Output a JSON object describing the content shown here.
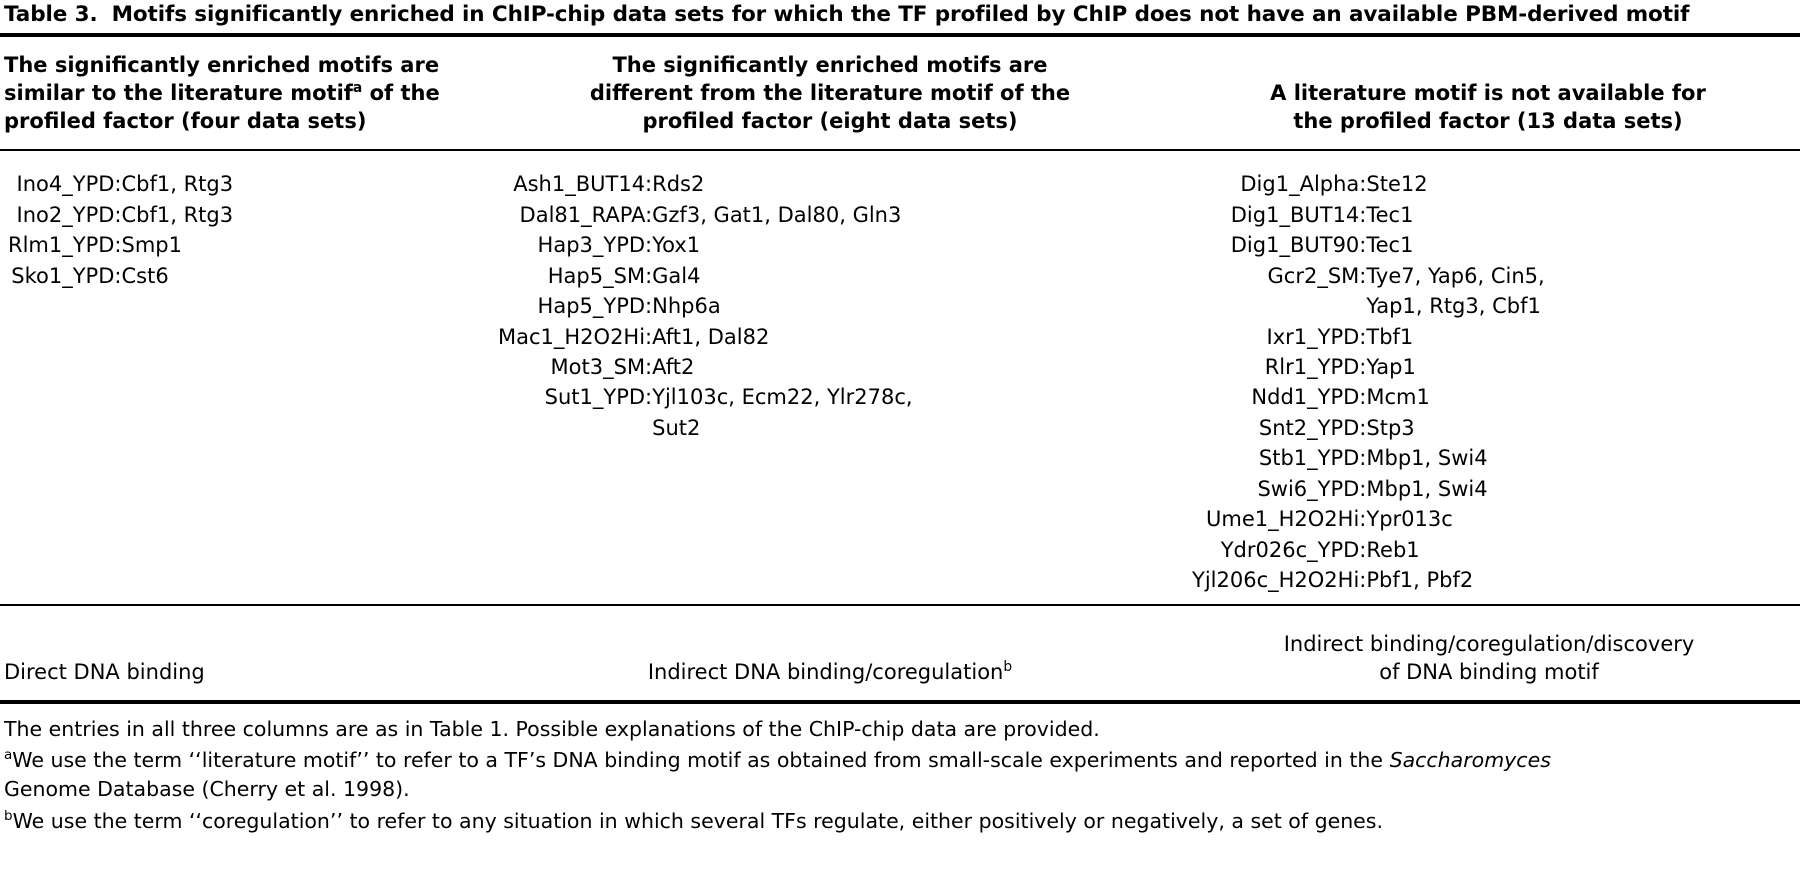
{
  "caption": {
    "label": "Table 3.",
    "text": "Motifs significantly enriched in ChIP-chip data sets for which the TF profiled by ChIP does not have an available PBM-derived motif"
  },
  "headers": {
    "col1": {
      "line1": "The significantly enriched motifs are",
      "line2_pre": "similar to the literature motif",
      "line2_sup": "a",
      "line2_post": " of the",
      "line3": "profiled factor (four data sets)"
    },
    "col2": {
      "line1": "The significantly enriched motifs are",
      "line2": "different from the literature motif of the",
      "line3": "profiled factor (eight data sets)"
    },
    "col3": {
      "line1": "A literature motif is not available for",
      "line2": "the profiled factor (13 data sets)"
    }
  },
  "columns": [
    {
      "id": "col1",
      "entries": [
        {
          "key": "Ino4_YPD:",
          "value": "Cbf1, Rtg3"
        },
        {
          "key": "Ino2_YPD:",
          "value": "Cbf1, Rtg3"
        },
        {
          "key": "Rlm1_YPD:",
          "value": "Smp1"
        },
        {
          "key": "Sko1_YPD:",
          "value": "Cst6"
        }
      ],
      "summary": "Direct DNA binding"
    },
    {
      "id": "col2",
      "entries": [
        {
          "key": "Ash1_BUT14:",
          "value": "Rds2"
        },
        {
          "key": "Dal81_RAPA:",
          "value": "Gzf3, Gat1, Dal80, Gln3"
        },
        {
          "key": "Hap3_YPD:",
          "value": "Yox1"
        },
        {
          "key": "Hap5_SM:",
          "value": "Gal4"
        },
        {
          "key": "Hap5_YPD:",
          "value": "Nhp6a"
        },
        {
          "key": "Mac1_H2O2Hi:",
          "value": "Aft1, Dal82"
        },
        {
          "key": "Mot3_SM:",
          "value": "Aft2"
        },
        {
          "key": "Sut1_YPD:",
          "value": "Yjl103c, Ecm22, Ylr278c,",
          "continuation": "Sut2"
        }
      ],
      "summary_pre": "Indirect DNA binding/coregulation",
      "summary_sup": "b"
    },
    {
      "id": "col3",
      "entries": [
        {
          "key": "Dig1_Alpha:",
          "value": "Ste12"
        },
        {
          "key": "Dig1_BUT14:",
          "value": "Tec1"
        },
        {
          "key": "Dig1_BUT90:",
          "value": "Tec1"
        },
        {
          "key": "Gcr2_SM:",
          "value": "Tye7, Yap6, Cin5,",
          "continuation": "Yap1, Rtg3, Cbf1"
        },
        {
          "key": "Ixr1_YPD:",
          "value": "Tbf1"
        },
        {
          "key": "Rlr1_YPD:",
          "value": "Yap1"
        },
        {
          "key": "Ndd1_YPD:",
          "value": "Mcm1"
        },
        {
          "key": "Snt2_YPD:",
          "value": "Stp3"
        },
        {
          "key": "Stb1_YPD:",
          "value": "Mbp1, Swi4"
        },
        {
          "key": "Swi6_YPD:",
          "value": "Mbp1, Swi4"
        },
        {
          "key": "Ume1_H2O2Hi:",
          "value": "Ypr013c"
        },
        {
          "key": "Ydr026c_YPD:",
          "value": "Reb1"
        },
        {
          "key": "Yjl206c_H2O2Hi:",
          "value": "Pbf1, Pbf2"
        }
      ],
      "summary_line1": "Indirect binding/coregulation/discovery",
      "summary_line2": "of DNA binding motif"
    }
  ],
  "footnotes": {
    "general": "The entries in all three columns are as in Table 1. Possible explanations of the ChIP-chip data are provided.",
    "note_a_sup": "a",
    "note_a_part1": "We use the term ‘‘literature motif’’ to refer to a TF’s DNA binding motif as obtained from small-scale experiments and reported in the ",
    "note_a_italic": "Saccharomyces",
    "note_a_part2": "Genome Database (Cherry et al. 1998).",
    "note_b_sup": "b",
    "note_b_text": "We use the term ‘‘coregulation’’ to refer to any situation in which several TFs regulate, either positively or negatively, a set of genes."
  }
}
